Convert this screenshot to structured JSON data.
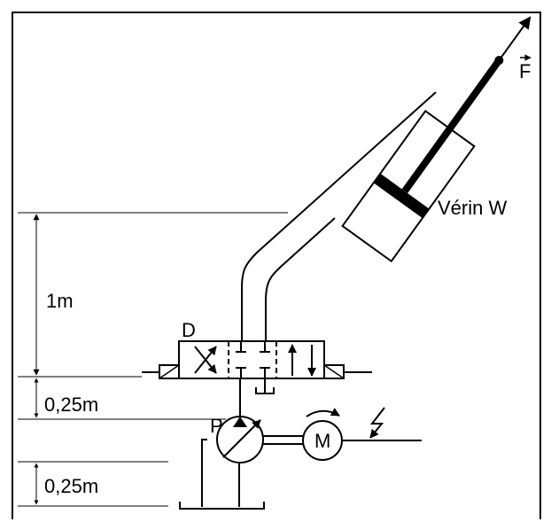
{
  "labels": {
    "force": "F",
    "cylinder": "Vérin W",
    "valve": "D",
    "pump": "P",
    "motor": "M",
    "height_upper": "1m",
    "height_middle": "0,25m",
    "height_lower": "0,25m"
  },
  "colors": {
    "line": "#000000",
    "background": "#ffffff"
  },
  "icons": {
    "electric_supply": "lightning-bolt-icon",
    "rotation": "curved-arrow-icon"
  }
}
